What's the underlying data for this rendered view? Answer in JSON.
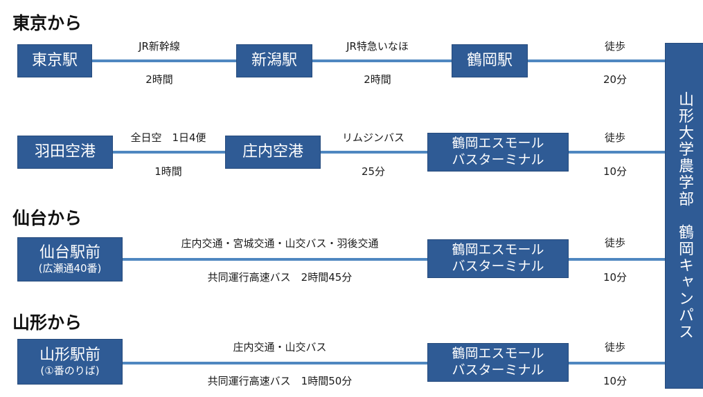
{
  "headings": {
    "tokyo": "東京から",
    "sendai": "仙台から",
    "yamagata": "山形から"
  },
  "campus": "山形大学農学部　鶴岡キャンパス",
  "route1": {
    "from": "東京駅",
    "seg1_top": "JR新幹線",
    "seg1_bottom": "2時間",
    "mid": "新潟駅",
    "seg2_top": "JR特急いなほ",
    "seg2_bottom": "2時間",
    "dest": "鶴岡駅",
    "walk_top": "徒歩",
    "walk_bottom": "20分"
  },
  "route2": {
    "from": "羽田空港",
    "seg1_top": "全日空　1日4便",
    "seg1_bottom": "1時間",
    "mid": "庄内空港",
    "seg2_top": "リムジンバス",
    "seg2_bottom": "25分",
    "dest_line1": "鶴岡エスモール",
    "dest_line2": "バスターミナル",
    "walk_top": "徒歩",
    "walk_bottom": "10分"
  },
  "route3": {
    "from_line1": "仙台駅前",
    "from_line2": "(広瀬通40番)",
    "seg_top": "庄内交通・宮城交通・山交バス・羽後交通",
    "seg_bottom": "共同運行高速バス　2時間45分",
    "dest_line1": "鶴岡エスモール",
    "dest_line2": "バスターミナル",
    "walk_top": "徒歩",
    "walk_bottom": "10分"
  },
  "route4": {
    "from_line1": "山形駅前",
    "from_line2": "(①番のりば)",
    "seg_top": "庄内交通・山交バス",
    "seg_bottom": "共同運行高速バス　1時間50分",
    "dest_line1": "鶴岡エスモール",
    "dest_line2": "バスターミナル",
    "walk_top": "徒歩",
    "walk_bottom": "10分"
  },
  "colors": {
    "box": "#2f5b95",
    "line": "#4f87c0",
    "text": "#1a1a1a"
  }
}
